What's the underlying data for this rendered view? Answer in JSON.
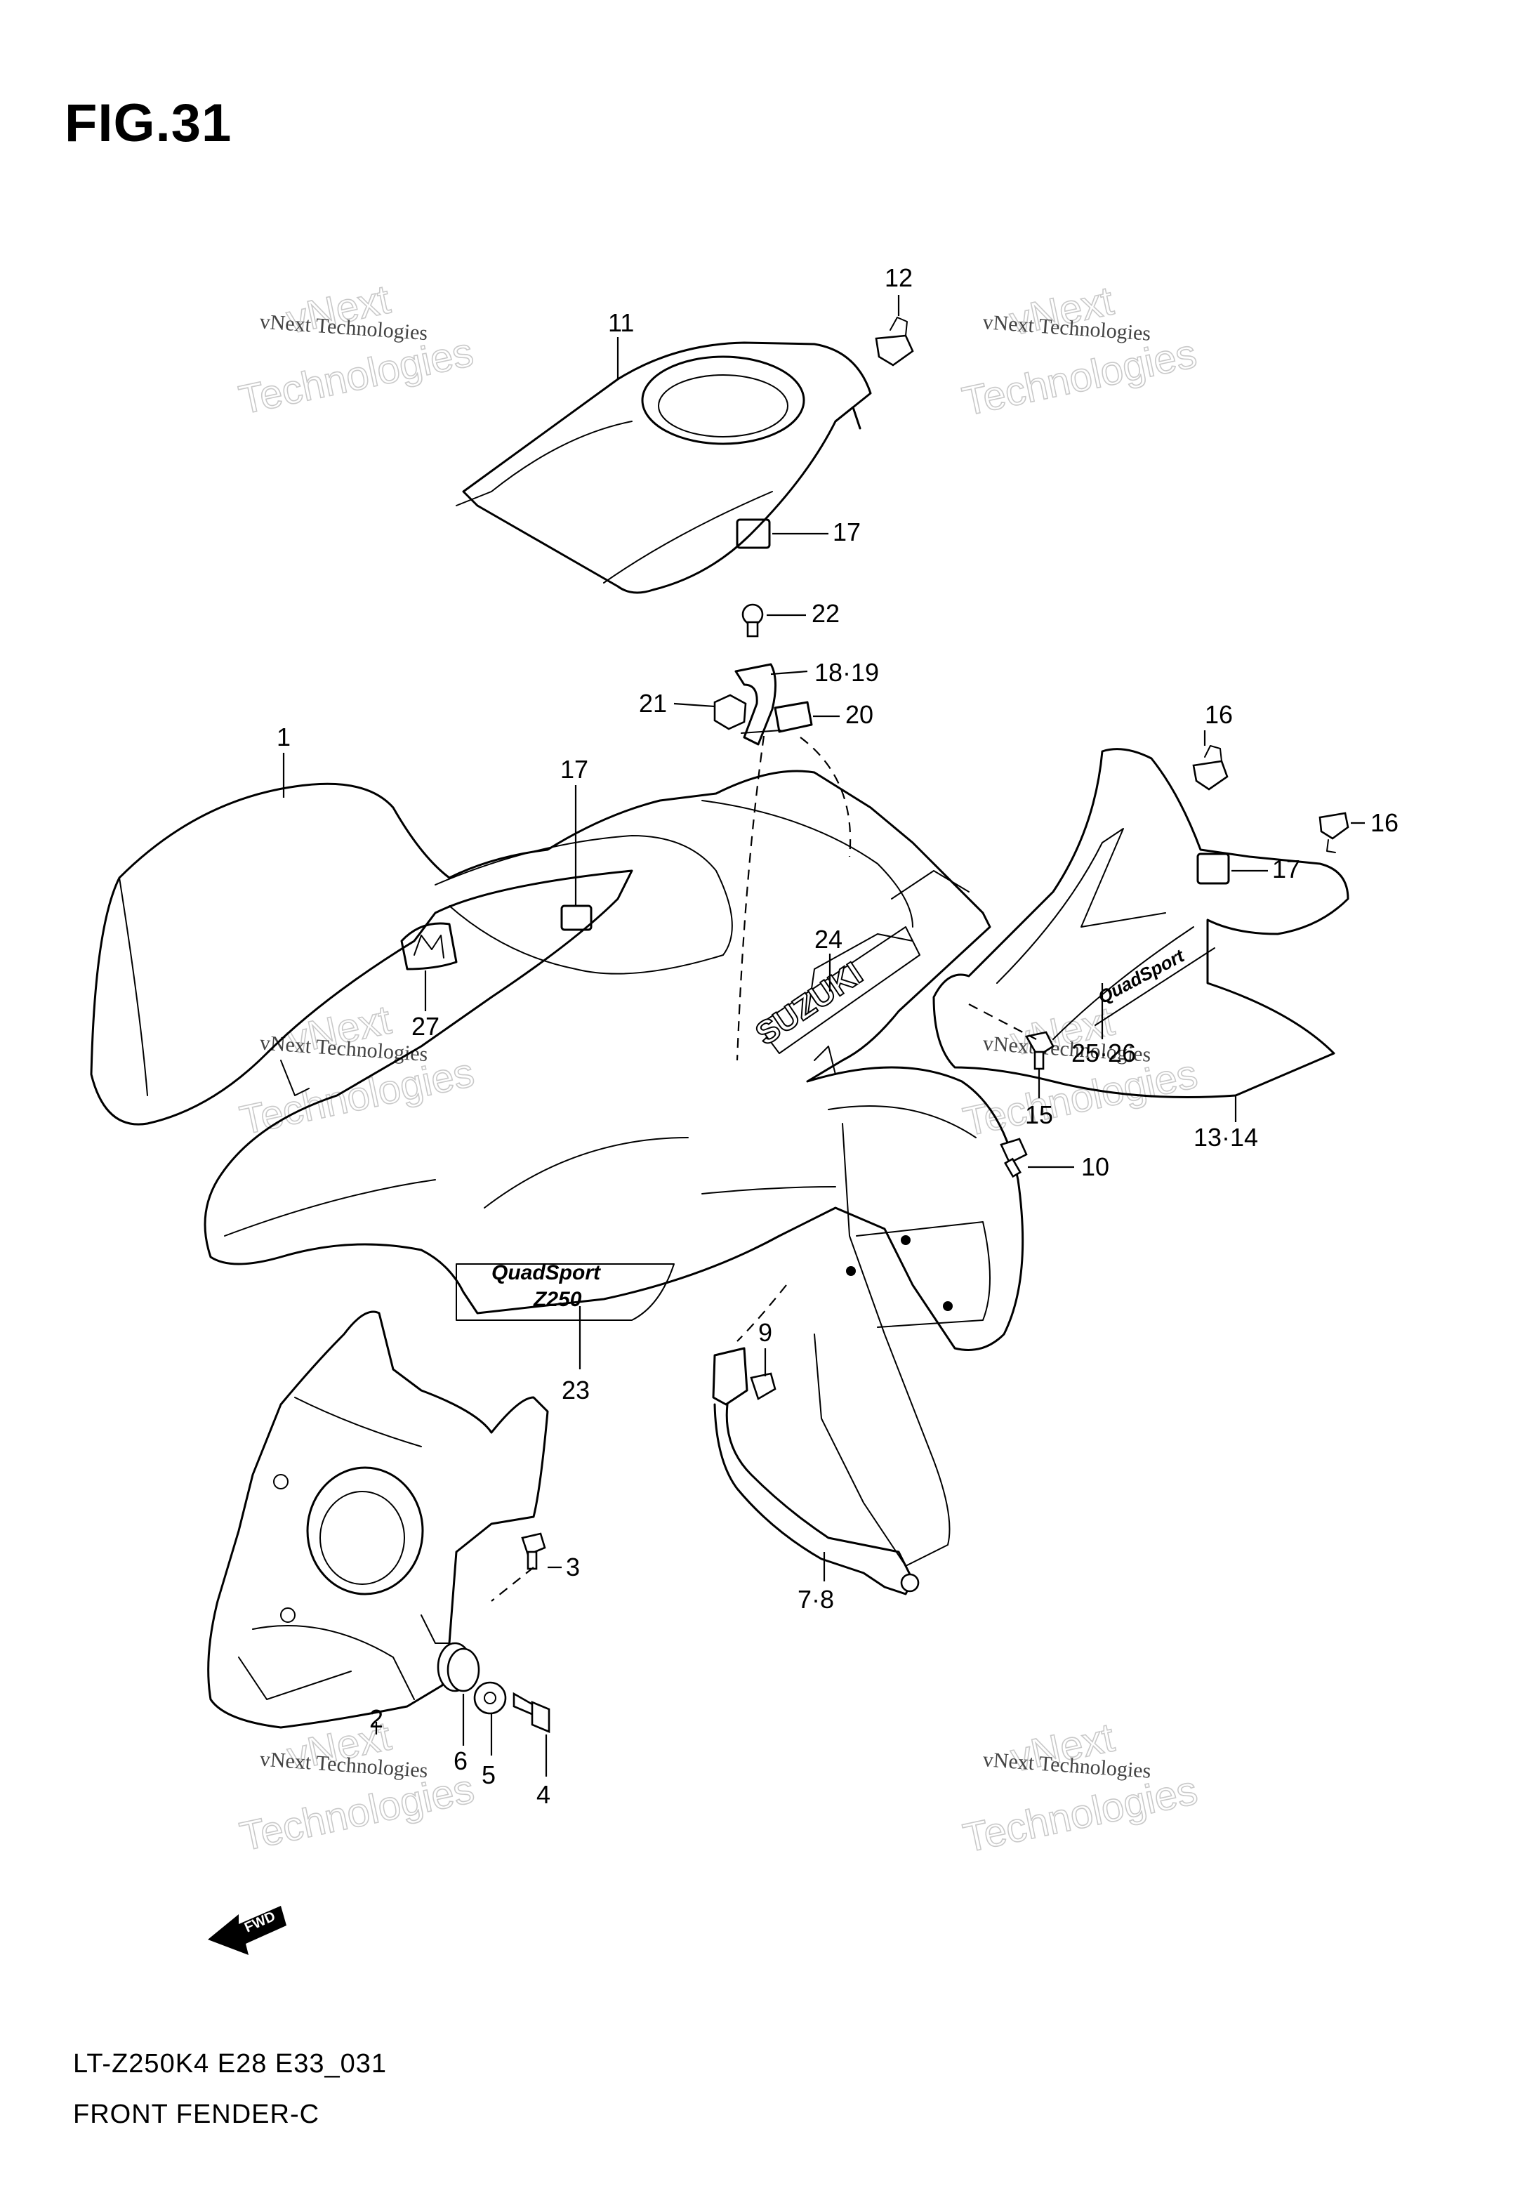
{
  "figure": {
    "title": "FIG.31",
    "code": "LT-Z250K4 E28 E33_031",
    "name": "FRONT FENDER-C",
    "orientation_label": "FWD"
  },
  "watermark": {
    "small_text": "vNext Technologies",
    "big_line1": "vNext",
    "big_line2": "Technologies"
  },
  "decals": {
    "brand": "SUZUKI",
    "model_line1": "QuadSport",
    "model_line2": "Z250"
  },
  "callouts": [
    {
      "id": "c1",
      "label": "1"
    },
    {
      "id": "c2",
      "label": "2"
    },
    {
      "id": "c3",
      "label": "3"
    },
    {
      "id": "c4",
      "label": "4"
    },
    {
      "id": "c5",
      "label": "5"
    },
    {
      "id": "c6",
      "label": "6"
    },
    {
      "id": "c78",
      "label": "7·8"
    },
    {
      "id": "c9",
      "label": "9"
    },
    {
      "id": "c10",
      "label": "10"
    },
    {
      "id": "c11",
      "label": "11"
    },
    {
      "id": "c12",
      "label": "12"
    },
    {
      "id": "c1314",
      "label": "13·14"
    },
    {
      "id": "c15",
      "label": "15"
    },
    {
      "id": "c16a",
      "label": "16"
    },
    {
      "id": "c16b",
      "label": "16"
    },
    {
      "id": "c17a",
      "label": "17"
    },
    {
      "id": "c17b",
      "label": "17"
    },
    {
      "id": "c17c",
      "label": "17"
    },
    {
      "id": "c1819",
      "label": "18·19"
    },
    {
      "id": "c20",
      "label": "20"
    },
    {
      "id": "c21",
      "label": "21"
    },
    {
      "id": "c22",
      "label": "22"
    },
    {
      "id": "c23",
      "label": "23"
    },
    {
      "id": "c24",
      "label": "24"
    },
    {
      "id": "c2526",
      "label": "25·26"
    },
    {
      "id": "c27",
      "label": "27"
    }
  ]
}
